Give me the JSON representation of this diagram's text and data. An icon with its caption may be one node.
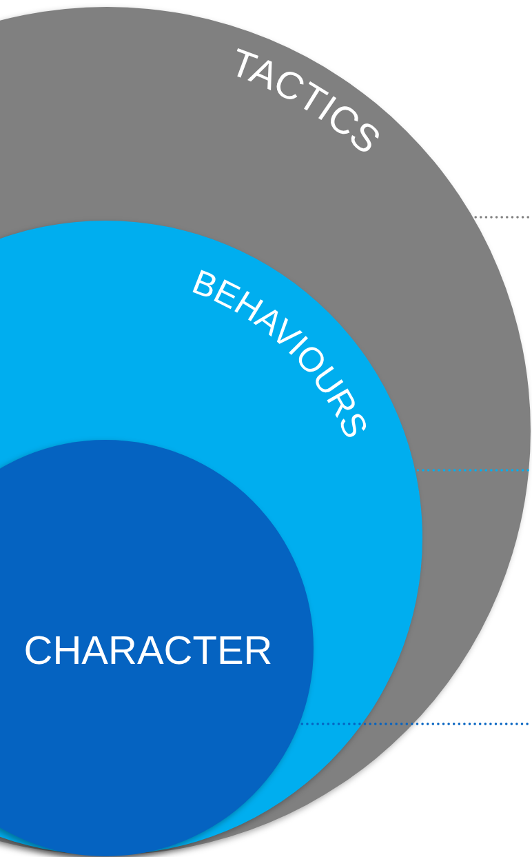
{
  "diagram": {
    "nodes": [
      {
        "text": [
          "TACTICS"
        ]
      },
      {
        "text": [
          "BEHAVIOURS"
        ],
        "in": 0
      },
      {
        "text": [
          "CHARACTER"
        ],
        "in": 1
      }
    ],
    "edges": [
      {
        "from": 0,
        "to": null,
        "arrow": "none",
        "style": "dashed",
        "color": "#808080"
      },
      {
        "from": 1,
        "to": null,
        "arrow": "none",
        "style": "dashed",
        "color": "#00aeef"
      },
      {
        "from": 2,
        "to": null,
        "arrow": "none",
        "style": "dashed",
        "color": "#0563c1"
      }
    ]
  }
}
